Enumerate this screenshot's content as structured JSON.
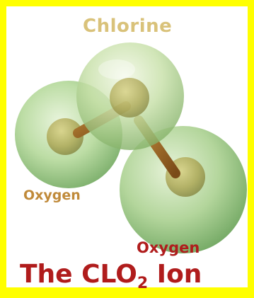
{
  "labels": {
    "chlorine": "Chlorine",
    "oxygen_left": "Oxygen",
    "oxygen_right": "Oxygen"
  },
  "title": {
    "prefix": "The CLO",
    "subscript": "2",
    "suffix": " Ion"
  },
  "colors": {
    "border": "#ffff00",
    "chlorine_label": "#d9c27a",
    "oxygen_label": "#c08a3a",
    "oxygen_label_right": "#b01c1c",
    "title": "#b01c1c",
    "atom_green": "#a9d08e",
    "bond": "#8a5a1e"
  }
}
